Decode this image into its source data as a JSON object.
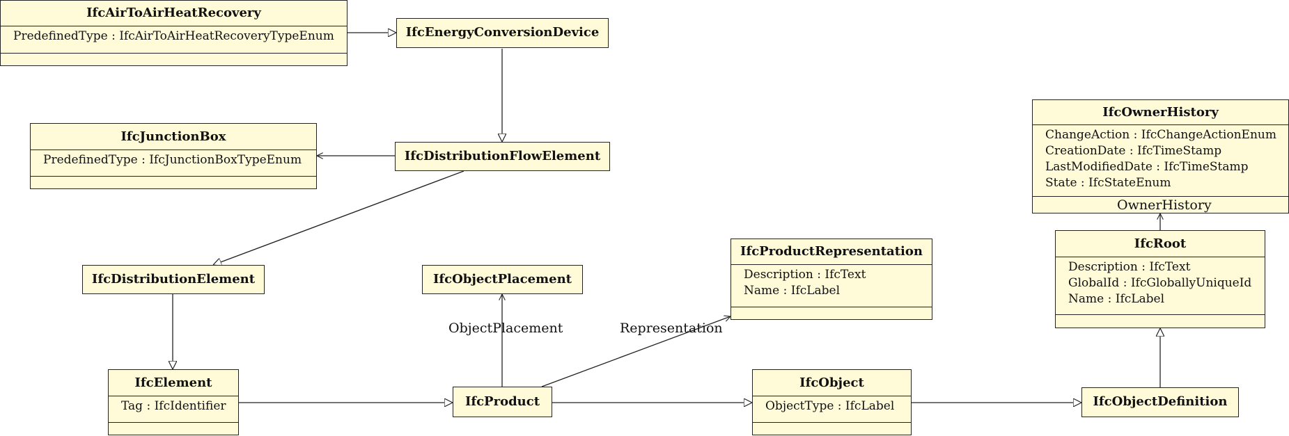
{
  "classes": {
    "air_to_air": {
      "name": "IfcAirToAirHeatRecovery",
      "attributes": [
        "PredefinedType : IfcAirToAirHeatRecoveryTypeEnum"
      ]
    },
    "energy_conv": {
      "name": "IfcEnergyConversionDevice"
    },
    "junction_box": {
      "name": "IfcJunctionBox",
      "attributes": [
        "PredefinedType : IfcJunctionBoxTypeEnum"
      ]
    },
    "dist_flow": {
      "name": "IfcDistributionFlowElement"
    },
    "owner_history": {
      "name": "IfcOwnerHistory",
      "attributes": [
        "ChangeAction : IfcChangeActionEnum",
        "CreationDate : IfcTimeStamp",
        "LastModifiedDate : IfcTimeStamp",
        "State : IfcStateEnum"
      ]
    },
    "dist_element": {
      "name": "IfcDistributionElement"
    },
    "object_placement": {
      "name": "IfcObjectPlacement"
    },
    "product_rep": {
      "name": "IfcProductRepresentation",
      "attributes": [
        "Description : IfcText",
        "Name : IfcLabel"
      ]
    },
    "root": {
      "name": "IfcRoot",
      "attributes": [
        "Description : IfcText",
        "GlobalId : IfcGloballyUniqueId",
        "Name : IfcLabel"
      ]
    },
    "element": {
      "name": "IfcElement",
      "attributes": [
        "Tag : IfcIdentifier"
      ]
    },
    "product": {
      "name": "IfcProduct"
    },
    "object": {
      "name": "IfcObject",
      "attributes": [
        "ObjectType : IfcLabel"
      ]
    },
    "object_def": {
      "name": "IfcObjectDefinition"
    }
  },
  "associations": {
    "owner_history": "OwnerHistory",
    "object_placement": "ObjectPlacement",
    "representation": "Representation"
  },
  "colors": {
    "class_fill": "#fffad7",
    "line": "#222222"
  }
}
